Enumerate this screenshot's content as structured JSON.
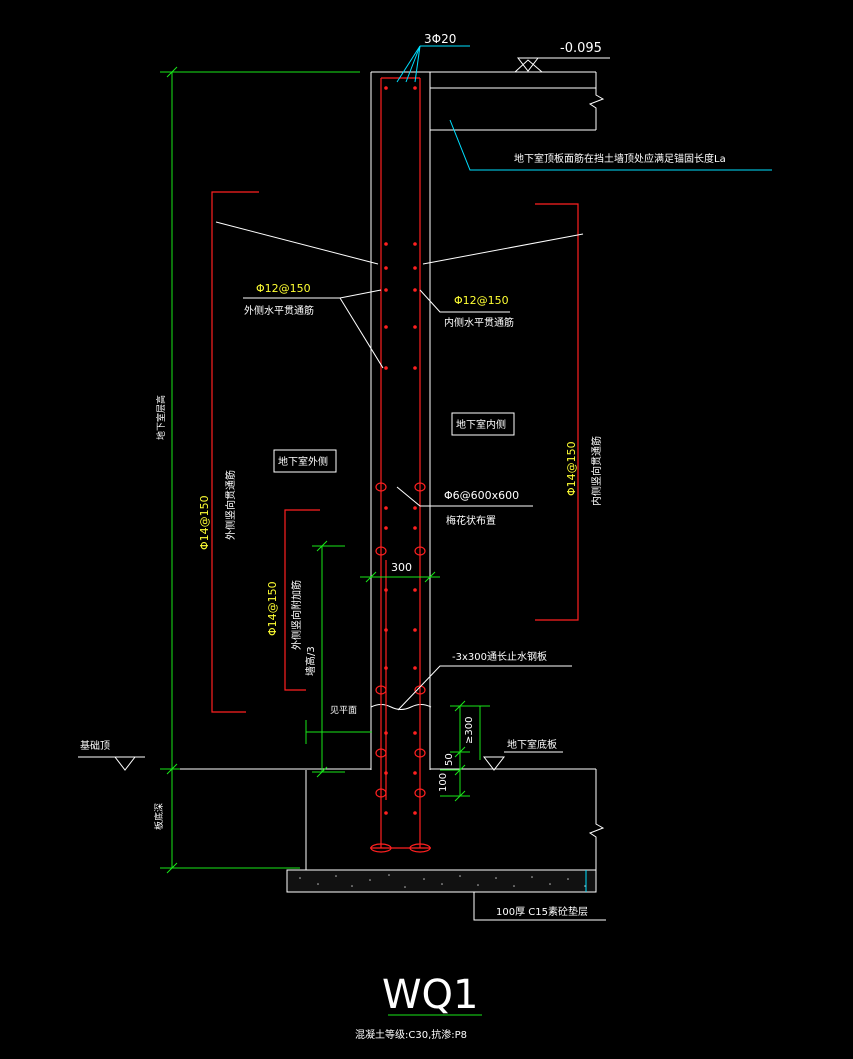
{
  "title": "WQ1",
  "footer_note": "混凝土等级:C30,抗渗:P8",
  "labels": {
    "top_elevation": "-0.095",
    "top_bars": "3Φ20",
    "roof_anchor_note": "地下室顶板面筋在挡土墙顶处应满足锚固长度La",
    "h_bar_out_spec": "Φ12@150",
    "h_bar_out_name": "外侧水平贯通筋",
    "h_bar_in_spec": "Φ12@150",
    "h_bar_in_name": "内侧水平贯通筋",
    "basement_inside": "地下室内侧",
    "basement_outside": "地下室外侧",
    "tie_spec": "Φ6@600x600",
    "tie_name": "梅花状布置",
    "v_bar_out_spec": "Φ14@150",
    "v_bar_out_name": "外侧竖向贯通筋",
    "v_bar_in_spec": "Φ14@150",
    "v_bar_in_name": "内侧竖向贯通筋",
    "v_add_spec": "Φ14@150",
    "v_add_name": "外侧竖向附加筋",
    "v_add_note": "墙高/3",
    "wall_thickness": "300",
    "waterstop": "-3x300通长止水钢板",
    "see_plan": "见平面",
    "dim_300": "≥300",
    "dim_50": "50",
    "dim_100": "100",
    "basement_floor": "地下室底板",
    "foundation_top": "基础顶",
    "basement_height": "地下室层高",
    "foundation_depth": "板底深",
    "cushion": "100厚 C15素砼垫层"
  }
}
